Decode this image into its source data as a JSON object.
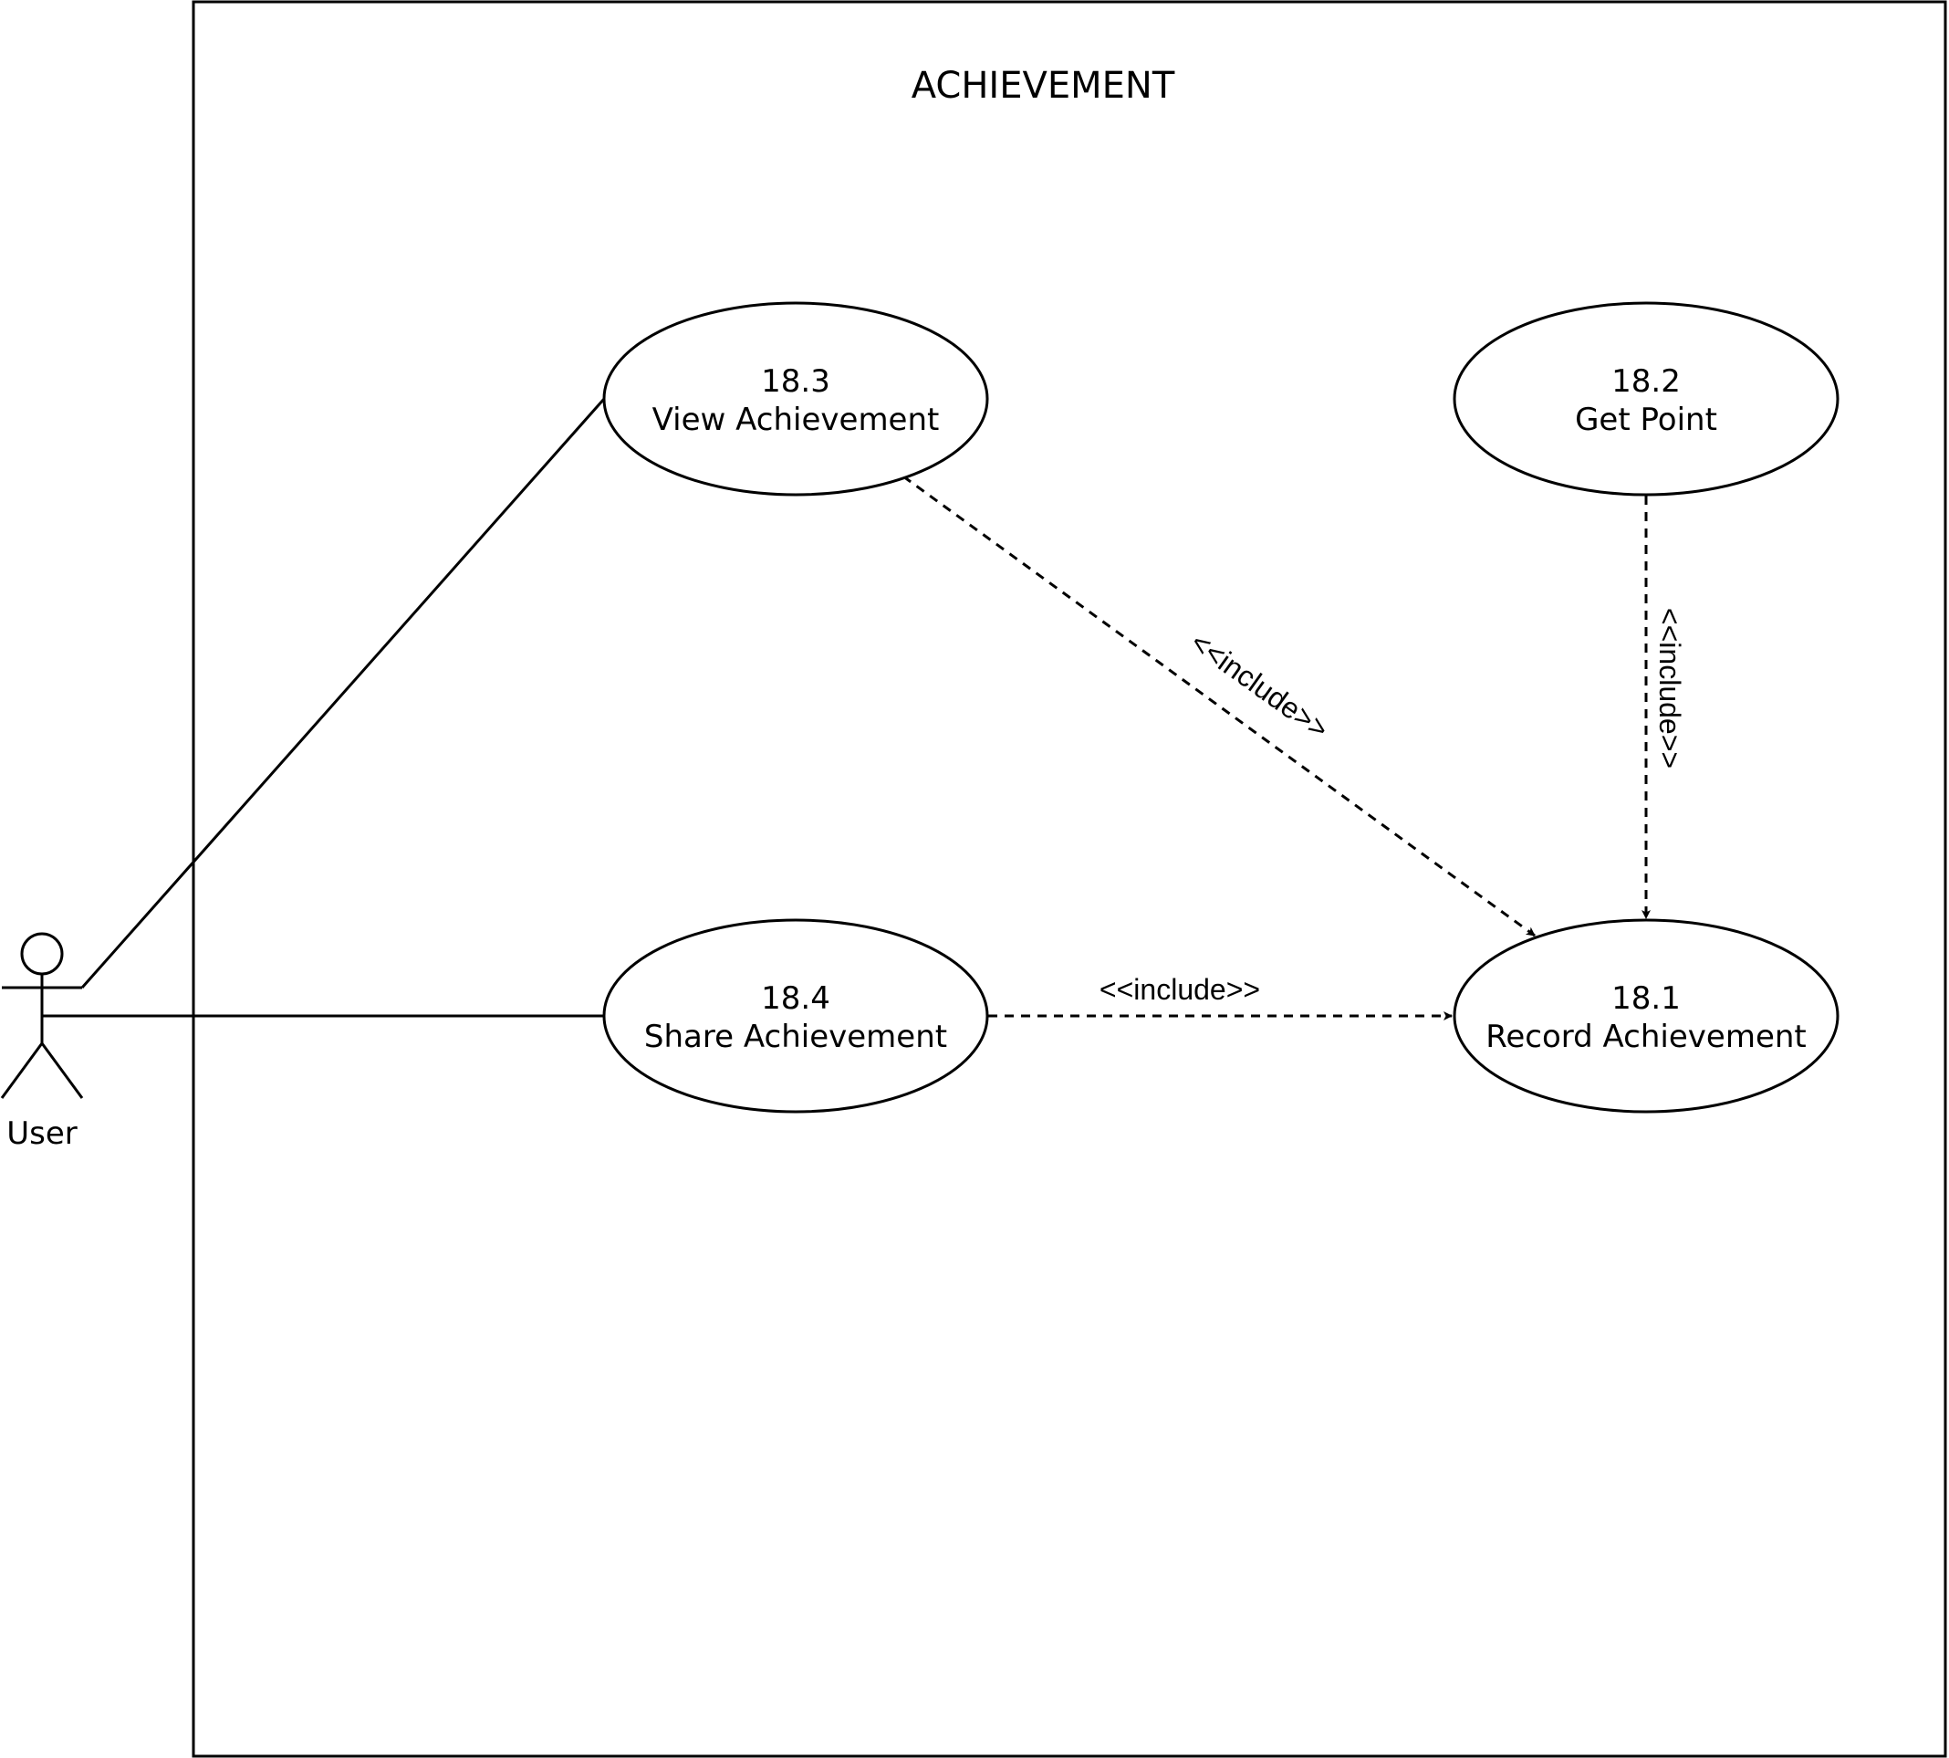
{
  "system": {
    "title": "ACHIEVEMENT"
  },
  "actor": {
    "label": "User"
  },
  "use_cases": {
    "uc_18_3": {
      "number": "18.3",
      "name": "View Achievement"
    },
    "uc_18_2": {
      "number": "18.2",
      "name": "Get Point"
    },
    "uc_18_4": {
      "number": "18.4",
      "name": "Share Achievement"
    },
    "uc_18_1": {
      "number": "18.1",
      "name": "Record Achievement"
    }
  },
  "relations": {
    "view_to_record": "<<include>>",
    "point_to_record": "<<include>>",
    "share_to_record": "<<include>>"
  },
  "colors": {
    "stroke": "#000000",
    "background": "#ffffff"
  }
}
